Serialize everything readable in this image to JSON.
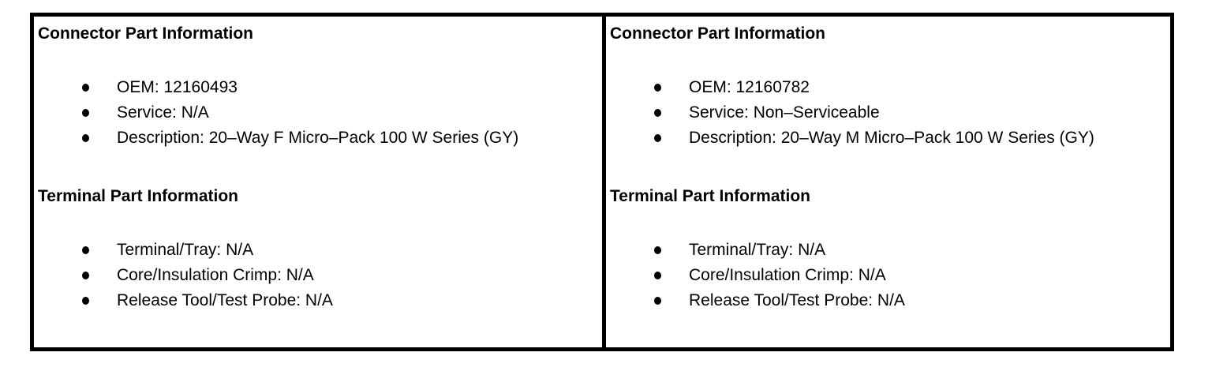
{
  "page": {
    "background_color": "#ffffff",
    "border_color": "#000000"
  },
  "panels": [
    {
      "sections": [
        {
          "heading": "Connector Part Information",
          "items": [
            "OEM: 12160493",
            "Service: N/A",
            "Description: 20–Way F Micro–Pack 100 W Series (GY)"
          ]
        },
        {
          "heading": "Terminal Part Information",
          "items": [
            "Terminal/Tray: N/A",
            "Core/Insulation Crimp: N/A",
            "Release Tool/Test Probe: N/A"
          ]
        }
      ]
    },
    {
      "sections": [
        {
          "heading": "Connector Part Information",
          "items": [
            "OEM: 12160782",
            "Service: Non–Serviceable",
            "Description: 20–Way M Micro–Pack 100 W Series (GY)"
          ]
        },
        {
          "heading": "Terminal Part Information",
          "items": [
            "Terminal/Tray: N/A",
            "Core/Insulation Crimp: N/A",
            "Release Tool/Test Probe: N/A"
          ]
        }
      ]
    }
  ]
}
